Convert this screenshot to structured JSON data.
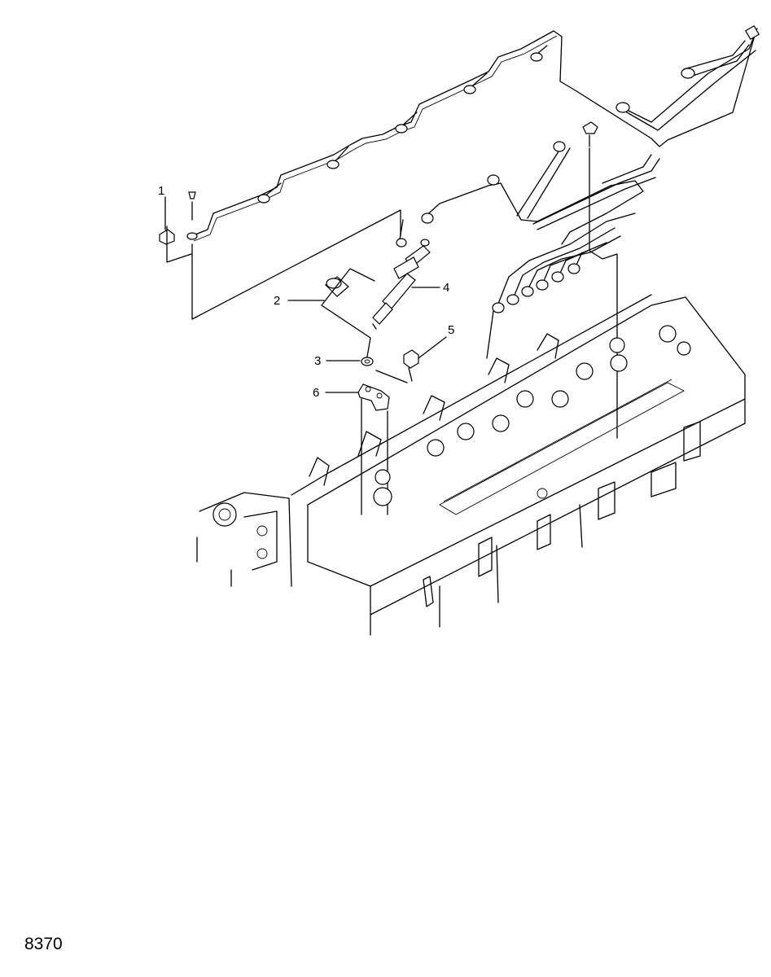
{
  "figure_number": "8370",
  "callouts": [
    {
      "id": 1,
      "label": "1"
    },
    {
      "id": 2,
      "label": "2"
    },
    {
      "id": 3,
      "label": "3"
    },
    {
      "id": 4,
      "label": "4"
    },
    {
      "id": 5,
      "label": "5"
    },
    {
      "id": 6,
      "label": "6"
    }
  ],
  "colors": {
    "line": "#000000",
    "background": "#ffffff"
  }
}
